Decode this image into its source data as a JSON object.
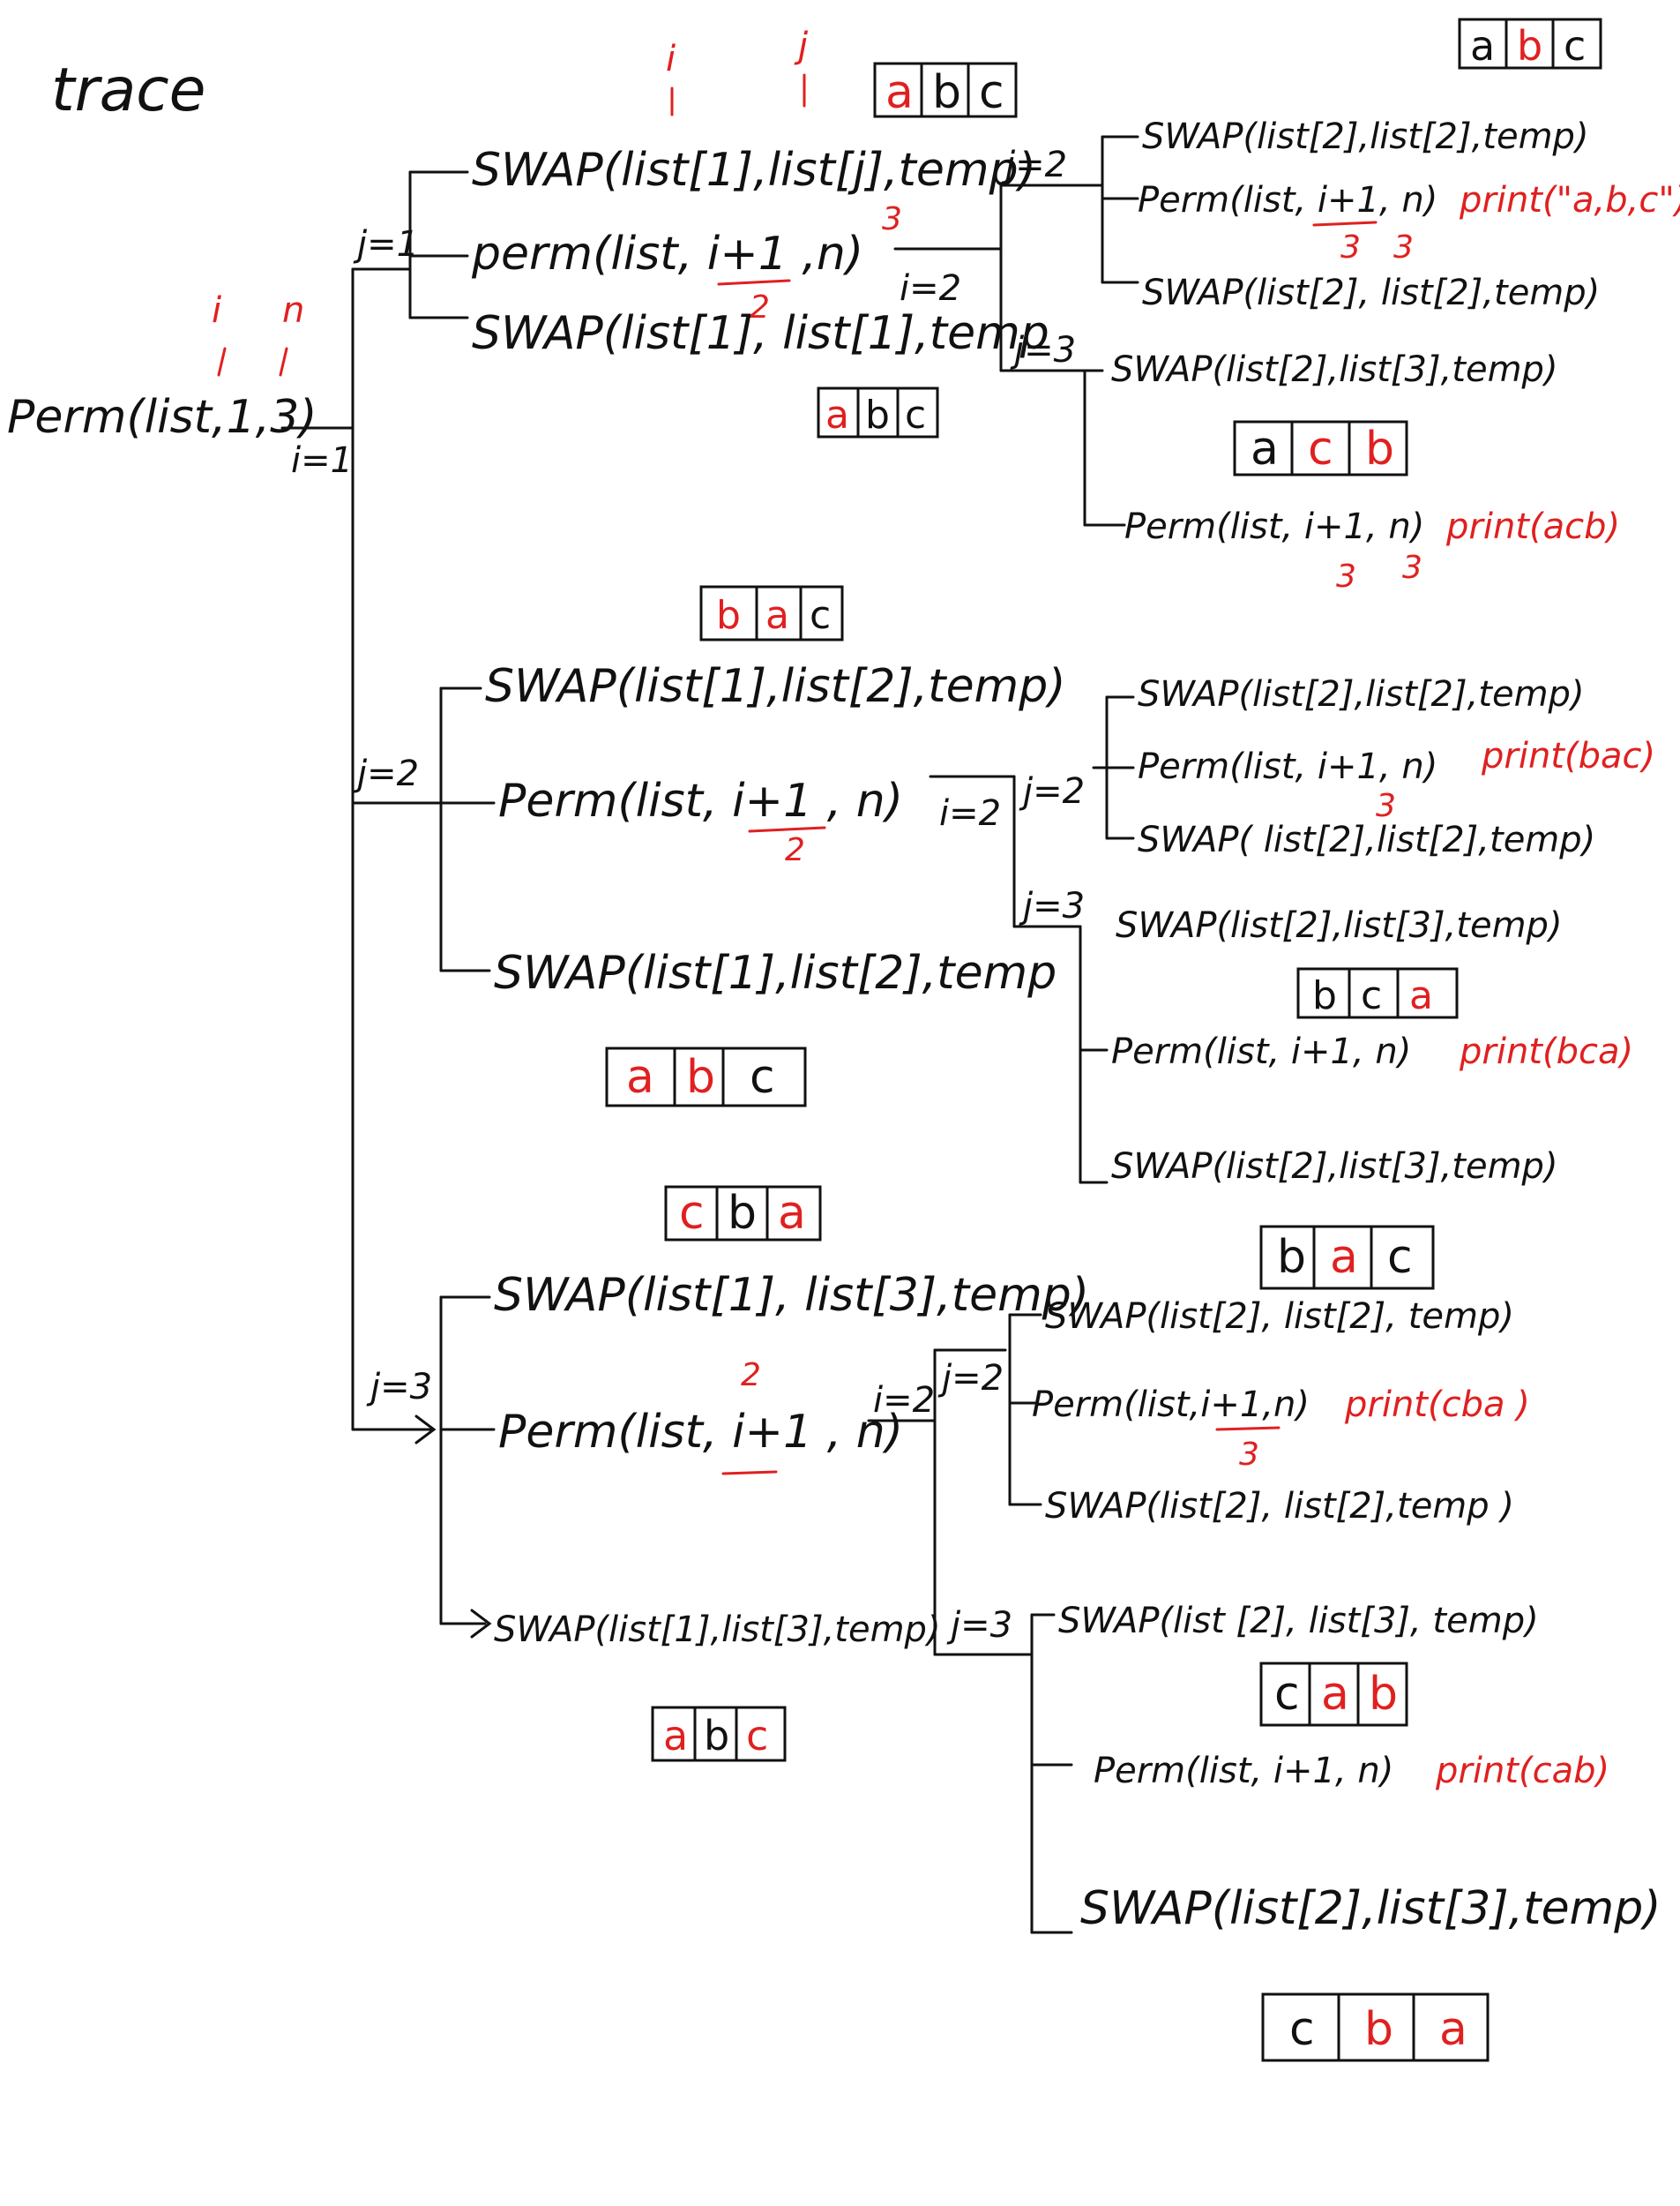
{
  "title": "trace",
  "root": {
    "call": "Perm(list,1,3)",
    "annot_i": "i",
    "annot_n": "n",
    "i_label": "i=1"
  },
  "j_labels": [
    "j=1",
    "j=2",
    "j=3",
    "j=2",
    "j=3",
    "j=2",
    "j=3",
    "j=2",
    "j=3"
  ],
  "i_labels": [
    "i=2",
    "i=2",
    "i=2"
  ],
  "branch1": {
    "annot_i": "i",
    "annot_j": "j",
    "swap1": "SWAP(list[1],list[j],temp)",
    "perm": "perm(list, i+1 ,n)",
    "perm_i": "2",
    "perm_n": "3",
    "swap2": "SWAP(list[1], list[1],temp",
    "box_top": [
      "a",
      "b",
      "c"
    ],
    "box_bottom": [
      "a",
      "b",
      "c"
    ]
  },
  "branch2": {
    "box_top": [
      "b",
      "a",
      "c"
    ],
    "swap1": "SWAP(list[1],list[2],temp)",
    "perm": "Perm(list, i+1 , n)",
    "perm_i": "2",
    "swap2": "SWAP(list[1],list[2],temp",
    "box_bottom": [
      "a",
      "b",
      "c"
    ]
  },
  "branch3": {
    "box_top": [
      "c",
      "b",
      "a"
    ],
    "swap1": "SWAP(list[1], list[3],temp)",
    "perm_i": "2",
    "perm": "Perm(list, i+1 , n)",
    "swap2": "SWAP(list[1],list[3],temp)",
    "box_bottom": [
      "a",
      "b",
      "c"
    ]
  },
  "leaves": {
    "l1": {
      "box": [
        "a",
        "b",
        "c"
      ],
      "swap1": "SWAP(list[2],list[2],temp)",
      "perm": "Perm(list, i+1, n)",
      "perm_i": "3",
      "perm_n": "3",
      "print": "print(\"a,b,c\")",
      "swap2": "SWAP(list[2], list[2],temp)"
    },
    "l2": {
      "swap1": "SWAP(list[2],list[3],temp)",
      "box": [
        "a",
        "c",
        "b"
      ],
      "perm": "Perm(list, i+1, n)",
      "perm_i": "3",
      "perm_n": "3",
      "print": "print(acb)"
    },
    "l3": {
      "swap1": "SWAP(list[2],list[2],temp)",
      "perm": "Perm(list, i+1, n)",
      "perm_i": "3",
      "print": "print(bac)",
      "swap2": "SWAP( list[2],list[2],temp)"
    },
    "l4": {
      "swap1": "SWAP(list[2],list[3],temp)",
      "box": [
        "b",
        "c",
        "a"
      ],
      "perm": "Perm(list, i+1, n)",
      "print": "print(bca)",
      "swap2": "SWAP(list[2],list[3],temp)"
    },
    "l5": {
      "box": [
        "b",
        "a",
        "c"
      ],
      "swap1": "SWAP(list[2], list[2], temp)",
      "perm": "Perm(list,i+1,n)",
      "perm_i": "3",
      "print": "print(cba )",
      "swap2": "SWAP(list[2], list[2],temp )"
    },
    "l6": {
      "swap1": "SWAP(list [2], list[3], temp)",
      "box": [
        "c",
        "a",
        "b"
      ],
      "perm": "Perm(list, i+1, n)",
      "print": "print(cab)",
      "swap2": "SWAP(list[2],list[3],temp)",
      "final_box": [
        "c",
        "b",
        "a"
      ]
    }
  },
  "colors": {
    "ink": "#111111",
    "annotation": "#e02020"
  }
}
